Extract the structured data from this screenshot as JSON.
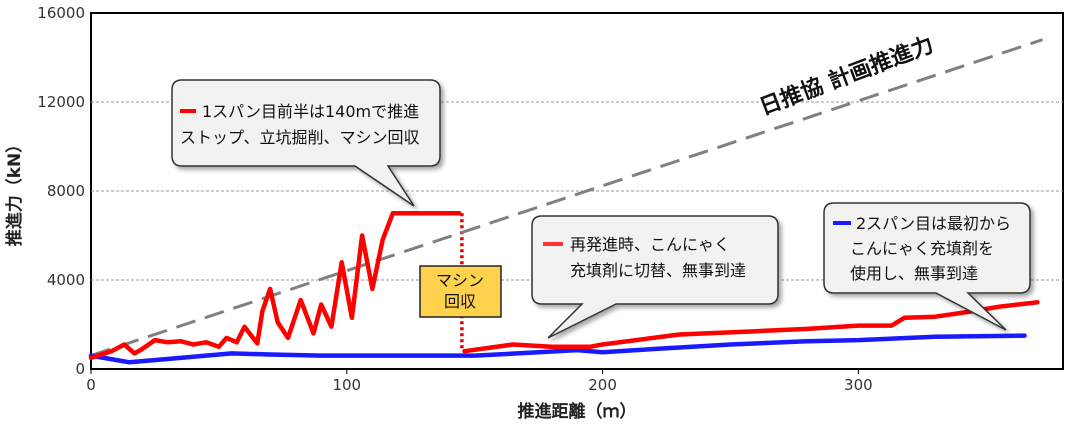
{
  "chart_data": {
    "type": "line",
    "xlabel": "推進距離（ｍ）",
    "ylabel": "推進力（kN）",
    "xlim": [
      0,
      380
    ],
    "ylim": [
      0,
      16000
    ],
    "x_ticks": [
      "0",
      "100",
      "200",
      "300"
    ],
    "y_ticks": [
      "0",
      "4000",
      "8000",
      "12000",
      "16000"
    ],
    "grid": "horizontal dashed",
    "series": [
      {
        "id": "plan",
        "color": "#808080",
        "style": "dashed",
        "x": [
          0,
          372
        ],
        "y": [
          600,
          14800
        ]
      },
      {
        "id": "span1",
        "color": "#ff0000",
        "style": "solid",
        "x": [
          0,
          8,
          13,
          17,
          20,
          25,
          30,
          35,
          40,
          45,
          50,
          53,
          57,
          60,
          65,
          67,
          70,
          73,
          77,
          82,
          87,
          90,
          94,
          98,
          102,
          106,
          110,
          114,
          118,
          125,
          135,
          144
        ],
        "y": [
          500,
          800,
          1100,
          700,
          900,
          1300,
          1200,
          1250,
          1100,
          1200,
          1000,
          1400,
          1200,
          1900,
          1150,
          2600,
          3600,
          2100,
          1400,
          3100,
          1600,
          2900,
          1900,
          4800,
          2300,
          6000,
          3600,
          5800,
          7000,
          7000,
          7000,
          7000
        ]
      },
      {
        "id": "span1_restart",
        "color": "#ff0000",
        "style": "solid",
        "x": [
          146,
          165,
          180,
          195,
          200,
          230,
          260,
          280,
          300,
          313,
          318,
          330,
          345,
          355,
          370
        ],
        "y": [
          800,
          1100,
          1000,
          1000,
          1100,
          1550,
          1700,
          1800,
          1950,
          1950,
          2300,
          2350,
          2600,
          2800,
          3000
        ]
      },
      {
        "id": "span2",
        "color": "#1a1aff",
        "style": "solid",
        "x": [
          0,
          15,
          35,
          55,
          70,
          90,
          120,
          150,
          175,
          190,
          200,
          220,
          250,
          280,
          300,
          330,
          365
        ],
        "y": [
          600,
          300,
          500,
          700,
          650,
          600,
          600,
          600,
          750,
          850,
          750,
          900,
          1100,
          1250,
          1300,
          1450,
          1500
        ]
      }
    ],
    "restart_marker": {
      "x": 145,
      "y_from": 7000,
      "y_to": 800,
      "color": "#e00000"
    },
    "annotations": {
      "plan_label": "日推協  計画推進力",
      "machine_recovery": {
        "lines": [
          "マシン",
          "回収"
        ],
        "fill": "#ffd24d"
      },
      "callout_span1": {
        "lines": [
          "1スパン目前半は140mで推進",
          "ストップ、立坑掘削、マシン回収"
        ],
        "swatch": "#ff0000"
      },
      "callout_restart": {
        "lines": [
          "再発進時、こんにゃく",
          "充填剤に切替、無事到達"
        ],
        "swatch": "#ff0000"
      },
      "callout_span2": {
        "lines": [
          "2スパン目は最初から",
          "こんにゃく充填剤を",
          "使用し、無事到達"
        ],
        "swatch": "#1a1aff"
      }
    }
  }
}
